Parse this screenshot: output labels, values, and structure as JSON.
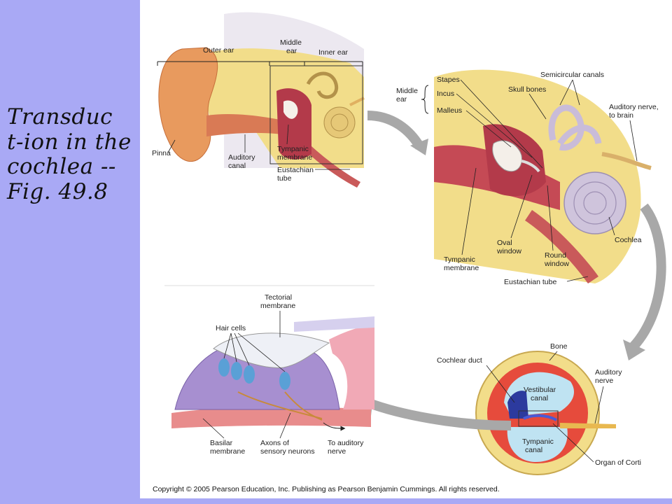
{
  "slide": {
    "title_lines": [
      "Transduc",
      "t-ion in the",
      "cochlea --",
      "Fig. 49.8"
    ]
  },
  "panel_outer": {
    "outer_ear": "Outer ear",
    "middle_ear_1": "Middle",
    "middle_ear_2": "ear",
    "inner_ear": "Inner ear",
    "pinna": "Pinna",
    "auditory_canal_1": "Auditory",
    "auditory_canal_2": "canal",
    "tympanic_membrane_1": "Tympanic",
    "tympanic_membrane_2": "membrane",
    "eustachian_tube_1": "Eustachian",
    "eustachian_tube_2": "tube"
  },
  "panel_middle": {
    "middle_ear_1": "Middle",
    "middle_ear_2": "ear",
    "stapes": "Stapes",
    "incus": "Incus",
    "malleus": "Malleus",
    "skull_bones": "Skull bones",
    "semicircular_canals": "Semicircular canals",
    "auditory_nerve_1": "Auditory nerve,",
    "auditory_nerve_2": "to brain",
    "cochlea": "Cochlea",
    "oval_window_1": "Oval",
    "oval_window_2": "window",
    "round_window_1": "Round",
    "round_window_2": "window",
    "tympanic_membrane_1": "Tympanic",
    "tympanic_membrane_2": "membrane",
    "eustachian_tube": "Eustachian tube"
  },
  "panel_cross": {
    "bone": "Bone",
    "cochlear_duct": "Cochlear duct",
    "auditory_nerve_1": "Auditory",
    "auditory_nerve_2": "nerve",
    "vestibular_canal_1": "Vestibular",
    "vestibular_canal_2": "canal",
    "tympanic_canal_1": "Tympanic",
    "tympanic_canal_2": "canal",
    "organ_of_corti": "Organ of Corti"
  },
  "panel_corti": {
    "tectorial_membrane_1": "Tectorial",
    "tectorial_membrane_2": "membrane",
    "hair_cells": "Hair cells",
    "basilar_membrane_1": "Basilar",
    "basilar_membrane_2": "membrane",
    "axons_1": "Axons of",
    "axons_2": "sensory neurons",
    "to_auditory_nerve_1": "To auditory",
    "to_auditory_nerve_2": "nerve"
  },
  "footer": {
    "copyright": "Copyright © 2005 Pearson Education, Inc. Publishing as Pearson Benjamin Cummings. All rights reserved."
  },
  "colors": {
    "sidebar": "#a9a9f5",
    "bone": "#f2dd8a",
    "flesh": "#e89a5e",
    "canal_red": "#b33a4a",
    "cochlea": "#cfc4dc",
    "fluid_blue": "#bfe3f2",
    "arrow_gray": "#a8a8a8"
  }
}
